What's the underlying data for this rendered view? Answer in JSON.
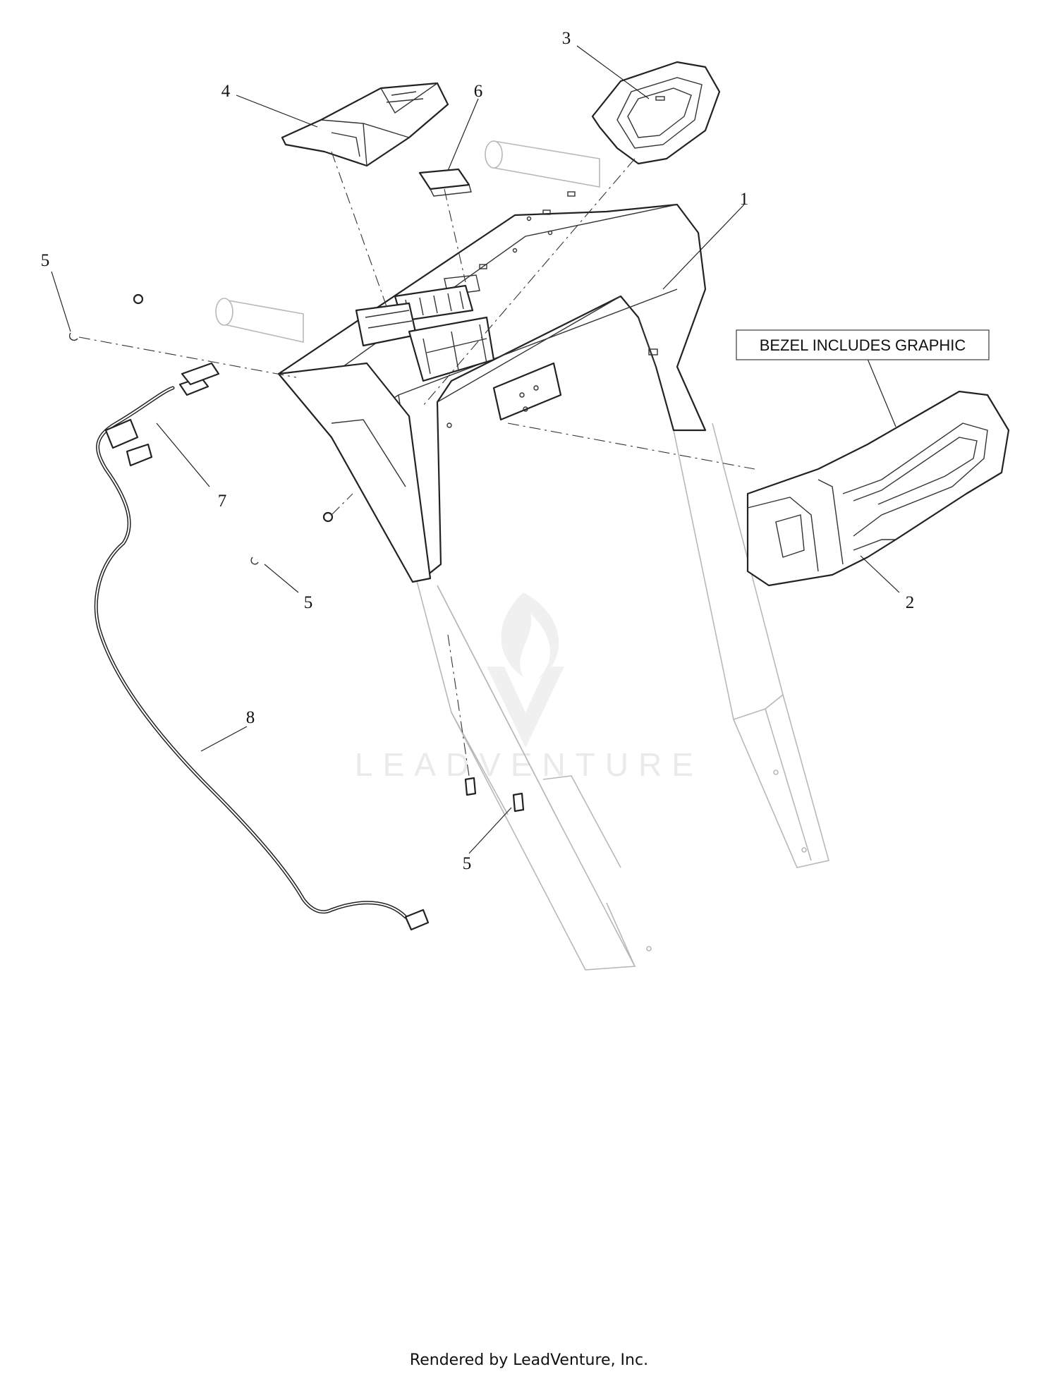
{
  "callouts": {
    "c1": "1",
    "c2": "2",
    "c3": "3",
    "c4": "4",
    "c5a": "5",
    "c5b": "5",
    "c5c": "5",
    "c6": "6",
    "c7": "7",
    "c8": "8"
  },
  "note": {
    "text": "BEZEL INCLUDES GRAPHIC"
  },
  "watermark": {
    "text": "LEADVENTURE"
  },
  "footer": {
    "text": "Rendered by LeadVenture, Inc."
  }
}
